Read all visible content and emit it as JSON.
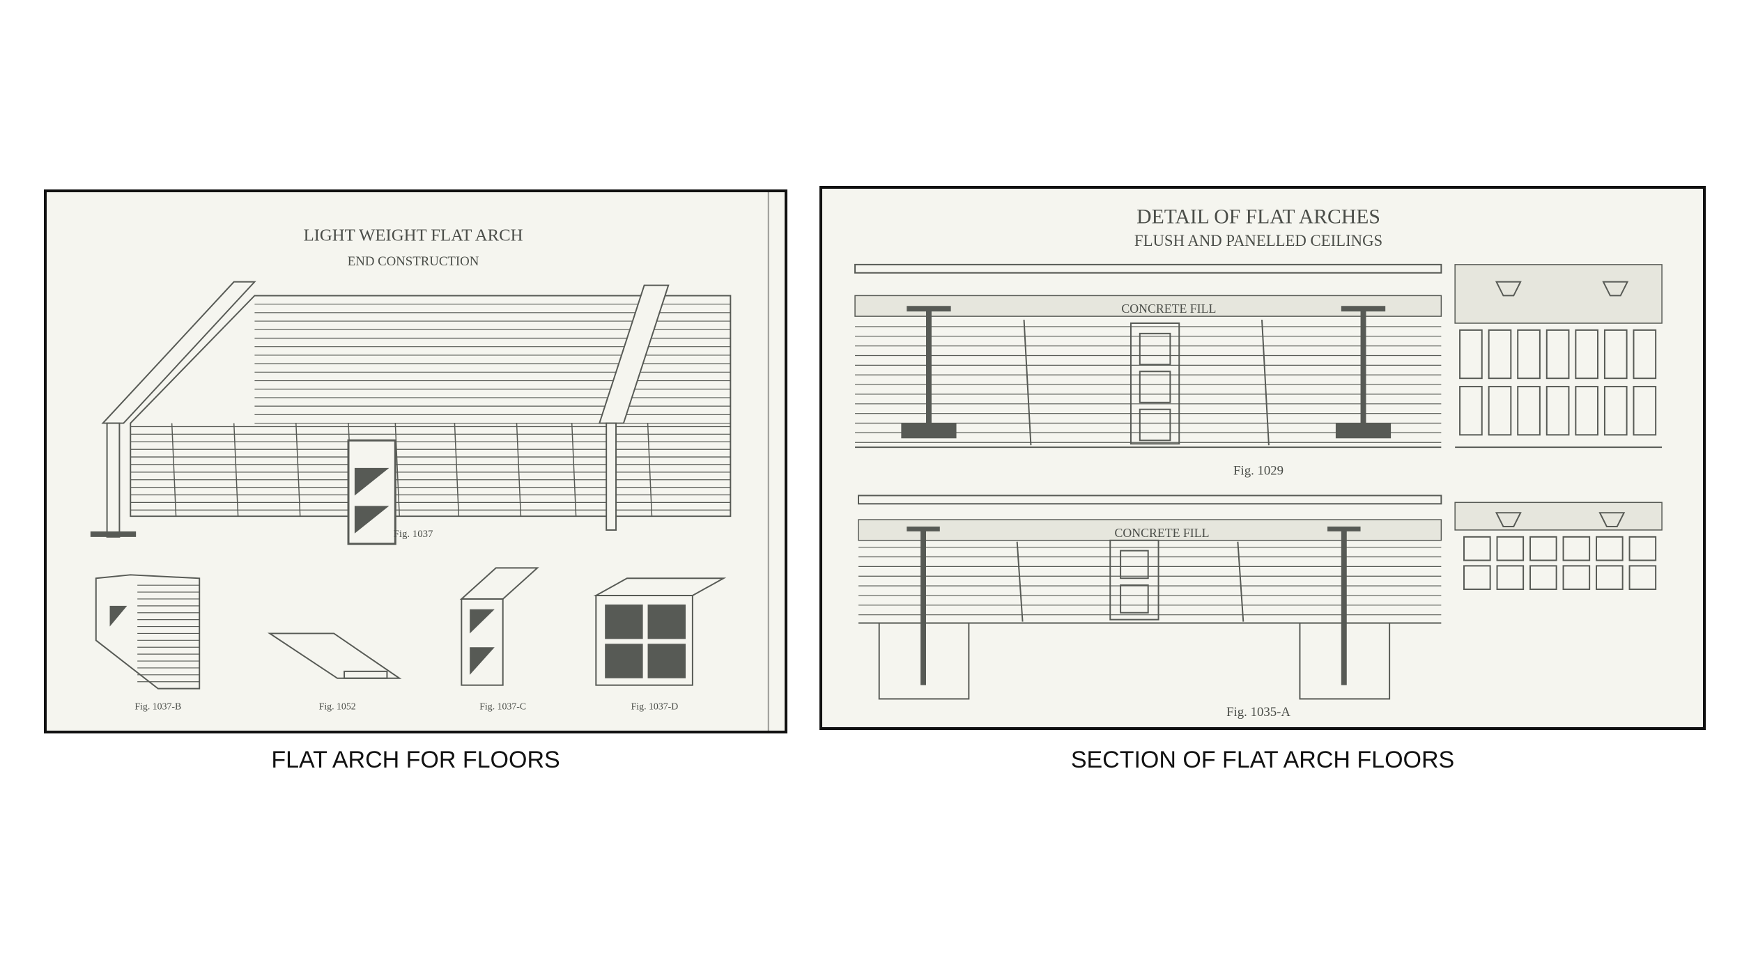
{
  "left_panel": {
    "title": "LIGHT WEIGHT FLAT ARCH",
    "subtitle": "END CONSTRUCTION",
    "main_figure": "Fig. 1037",
    "sub_figures": [
      "Fig. 1037-B",
      "Fig. 1052",
      "Fig. 1037-C",
      "Fig. 1037-D"
    ],
    "caption": "FLAT ARCH FOR FLOORS"
  },
  "right_panel": {
    "title": "DETAIL OF FLAT ARCHES",
    "subtitle": "FLUSH AND PANELLED CEILINGS",
    "fill_label": "CONCRETE FILL",
    "figure_top": "Fig. 1029",
    "figure_bottom": "Fig. 1035-A",
    "caption": "SECTION OF FLAT ARCH FLOORS"
  },
  "colors": {
    "ink": "#575a55",
    "paper": "#f5f5ef",
    "frame": "#111111"
  }
}
